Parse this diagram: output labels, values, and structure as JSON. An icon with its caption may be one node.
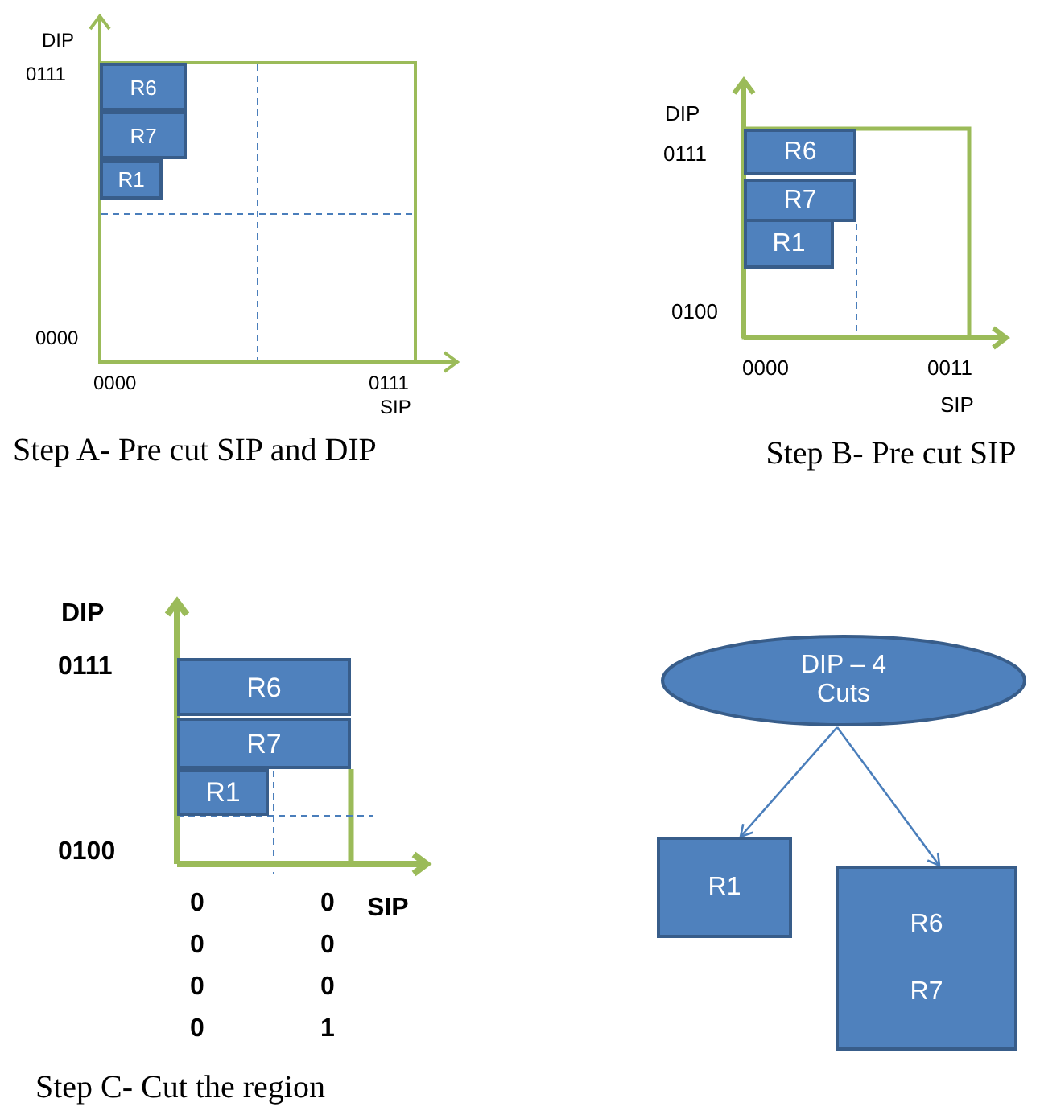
{
  "diagram": {
    "nodes": [
      {
        "text": [
          "R6"
        ]
      },
      {
        "text": [
          "R7"
        ]
      },
      {
        "text": [
          "R1"
        ]
      },
      {
        "text": [
          "R6"
        ]
      },
      {
        "text": [
          "R7"
        ]
      },
      {
        "text": [
          "R1"
        ]
      },
      {
        "text": [
          "R6"
        ]
      },
      {
        "text": [
          "R7"
        ]
      },
      {
        "text": [
          "R1"
        ]
      },
      {
        "text": [
          "DIP – 4 Cuts"
        ]
      },
      {
        "text": [
          "R1"
        ]
      },
      {
        "text": [
          "R6",
          "R7"
        ]
      }
    ],
    "edges": [
      {
        "from": 9,
        "to": 10,
        "arrow": "to"
      },
      {
        "from": 9,
        "to": 11,
        "arrow": "to"
      }
    ],
    "labels": [
      "DIP",
      "0111",
      "0000",
      "0000",
      "0111",
      "SIP",
      "Step A- Pre cut SIP and DIP",
      "DIP",
      "0111",
      "0100",
      "0000",
      "0011",
      "SIP",
      "Step B- Pre cut SIP",
      "DIP",
      "0111",
      "0100",
      "0",
      "0",
      "SIP",
      "0",
      "0",
      "0",
      "0",
      "0",
      "1",
      "Step C- Cut the region"
    ]
  }
}
